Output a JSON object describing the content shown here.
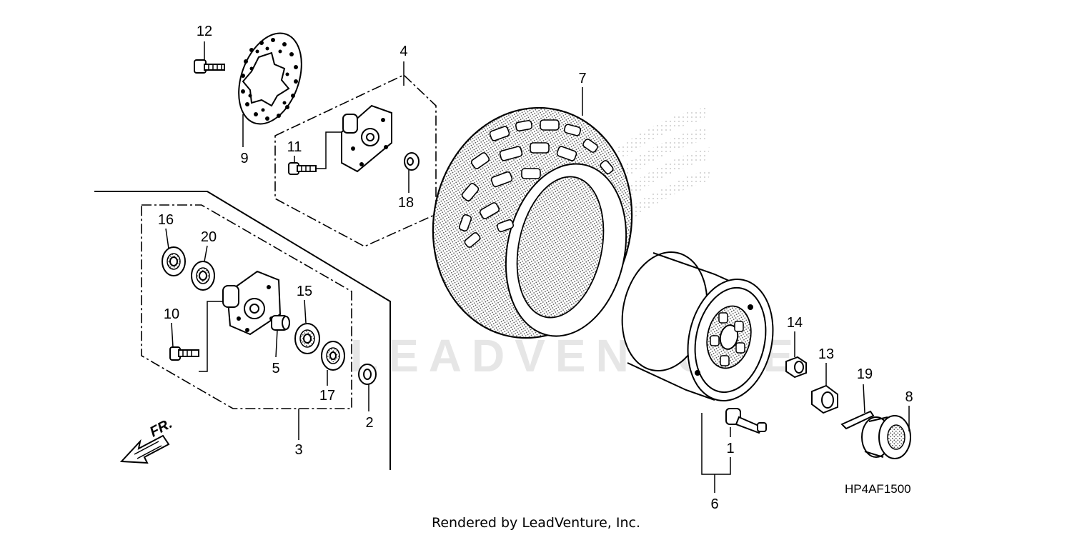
{
  "diagram": {
    "callouts": [
      {
        "id": "12",
        "label": "12"
      },
      {
        "id": "9",
        "label": "9"
      },
      {
        "id": "4",
        "label": "4"
      },
      {
        "id": "11",
        "label": "11"
      },
      {
        "id": "18",
        "label": "18"
      },
      {
        "id": "7",
        "label": "7"
      },
      {
        "id": "16",
        "label": "16"
      },
      {
        "id": "20",
        "label": "20"
      },
      {
        "id": "15",
        "label": "15"
      },
      {
        "id": "10",
        "label": "10"
      },
      {
        "id": "5",
        "label": "5"
      },
      {
        "id": "17",
        "label": "17"
      },
      {
        "id": "2",
        "label": "2"
      },
      {
        "id": "3",
        "label": "3"
      },
      {
        "id": "14",
        "label": "14"
      },
      {
        "id": "13",
        "label": "13"
      },
      {
        "id": "19",
        "label": "19"
      },
      {
        "id": "8",
        "label": "8"
      },
      {
        "id": "1",
        "label": "1"
      },
      {
        "id": "6",
        "label": "6"
      }
    ],
    "direction_label": "FR.",
    "diagram_code": "HP4AF1500",
    "watermark": "LEADVENTURE",
    "footer": "Rendered by LeadVenture, Inc."
  }
}
